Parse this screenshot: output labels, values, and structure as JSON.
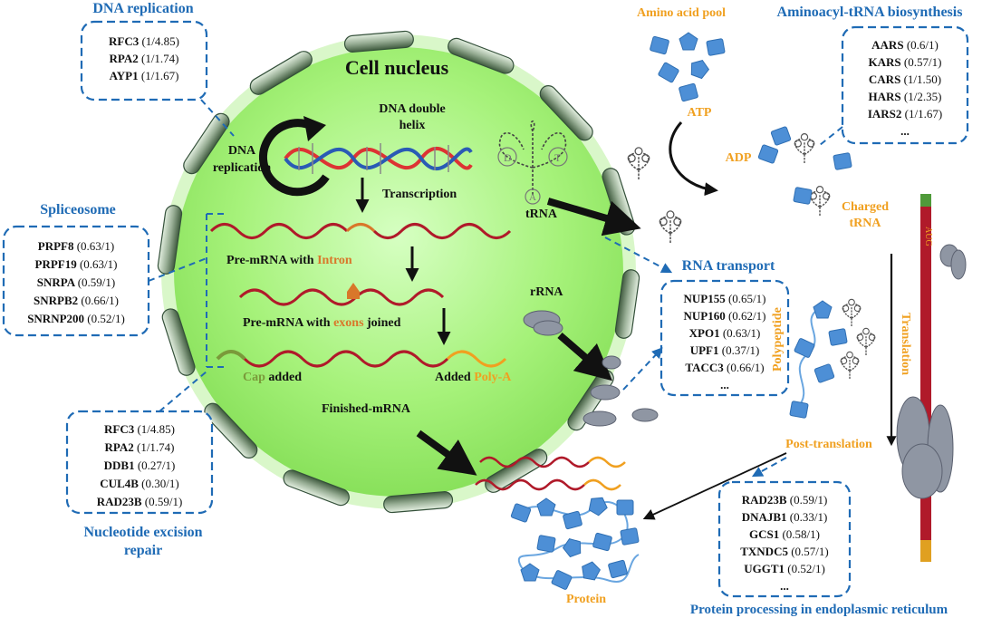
{
  "nucleus": {
    "title": "Cell nucleus",
    "dna_double_helix": [
      "DNA double",
      "helix"
    ],
    "dna_replication_label": [
      "DNA",
      "replication"
    ],
    "transcription": "Transcription",
    "pre_mrna_intron": {
      "prefix": "Pre-mRNA with ",
      "highlight": "Intron"
    },
    "pre_mrna_exons": {
      "prefix": "Pre-mRNA with ",
      "highlight": "exons",
      "suffix": " joined"
    },
    "cap_added": {
      "highlight": "Cap",
      "suffix": " added"
    },
    "added_polya": {
      "prefix": "Added ",
      "highlight": "Poly-A"
    },
    "finished_mrna": "Finished-mRNA",
    "trna": "tRNA",
    "rrna": "rRNA"
  },
  "dna_replication": {
    "title": "DNA replication",
    "genes": [
      {
        "name": "RFC3",
        "ratio": "(1/4.85)"
      },
      {
        "name": "RPA2",
        "ratio": "(1/1.74)"
      },
      {
        "name": "AYP1",
        "ratio": "(1/1.67)"
      }
    ]
  },
  "spliceosome": {
    "title": "Spliceosome",
    "genes": [
      {
        "name": "PRPF8",
        "ratio": "(0.63/1)"
      },
      {
        "name": "PRPF19",
        "ratio": "(0.63/1)"
      },
      {
        "name": "SNRPA",
        "ratio": "(0.59/1)"
      },
      {
        "name": "SNRPB2",
        "ratio": "(0.66/1)"
      },
      {
        "name": "SNRNP200",
        "ratio": "(0.52/1)"
      }
    ]
  },
  "ner": {
    "title": [
      "Nucleotide excision",
      "repair"
    ],
    "genes": [
      {
        "name": "RFC3",
        "ratio": "(1/4.85)"
      },
      {
        "name": "RPA2",
        "ratio": "(1/1.74)"
      },
      {
        "name": "DDB1",
        "ratio": "(0.27/1)"
      },
      {
        "name": "CUL4B",
        "ratio": "(0.30/1)"
      },
      {
        "name": "RAD23B",
        "ratio": "(0.59/1)"
      }
    ]
  },
  "amino_acid_pool": "Amino acid pool",
  "atp": "ATP",
  "adp": "ADP",
  "charged_trna": [
    "Charged",
    "tRNA"
  ],
  "aminoacyl": {
    "title": "Aminoacyl-tRNA biosynthesis",
    "genes": [
      {
        "name": "AARS",
        "ratio": "(0.6/1)"
      },
      {
        "name": "KARS",
        "ratio": "(0.57/1)"
      },
      {
        "name": "CARS",
        "ratio": "(1/1.50)"
      },
      {
        "name": "HARS",
        "ratio": "(1/2.35)"
      },
      {
        "name": "IARS2",
        "ratio": "(1/1.67)"
      }
    ],
    "more": "..."
  },
  "rna_transport": {
    "title": "RNA transport",
    "genes": [
      {
        "name": "NUP155",
        "ratio": "(0.65/1)"
      },
      {
        "name": "NUP160",
        "ratio": "(0.62/1)"
      },
      {
        "name": "XPO1",
        "ratio": "(0.63/1)"
      },
      {
        "name": "UPF1",
        "ratio": "(0.37/1)"
      },
      {
        "name": "TACC3",
        "ratio": "(0.66/1)"
      }
    ],
    "more": "..."
  },
  "polypeptide": "Polypeptide",
  "translation": "Translation",
  "aug": "AUG",
  "post_translation": "Post-translation",
  "protein": "Protein",
  "er": {
    "title": "Protein processing in endoplasmic reticulum",
    "genes": [
      {
        "name": "RAD23B",
        "ratio": "(0.59/1)"
      },
      {
        "name": "DNAJB1",
        "ratio": "(0.33/1)"
      },
      {
        "name": "GCS1",
        "ratio": "(0.58/1)"
      },
      {
        "name": "TXNDC5",
        "ratio": "(0.57/1)"
      },
      {
        "name": "UGGT1",
        "ratio": "(0.52/1)"
      }
    ],
    "more": "..."
  },
  "colors": {
    "nucleus_fill": "#a6f27a",
    "blue": "#1f6bb5",
    "orange": "#f0a020",
    "rna_red": "#b01a2a",
    "intron": "#d9772a",
    "mrna_strand": "#8b0d12",
    "shape_blue": "#4d8fd6"
  }
}
